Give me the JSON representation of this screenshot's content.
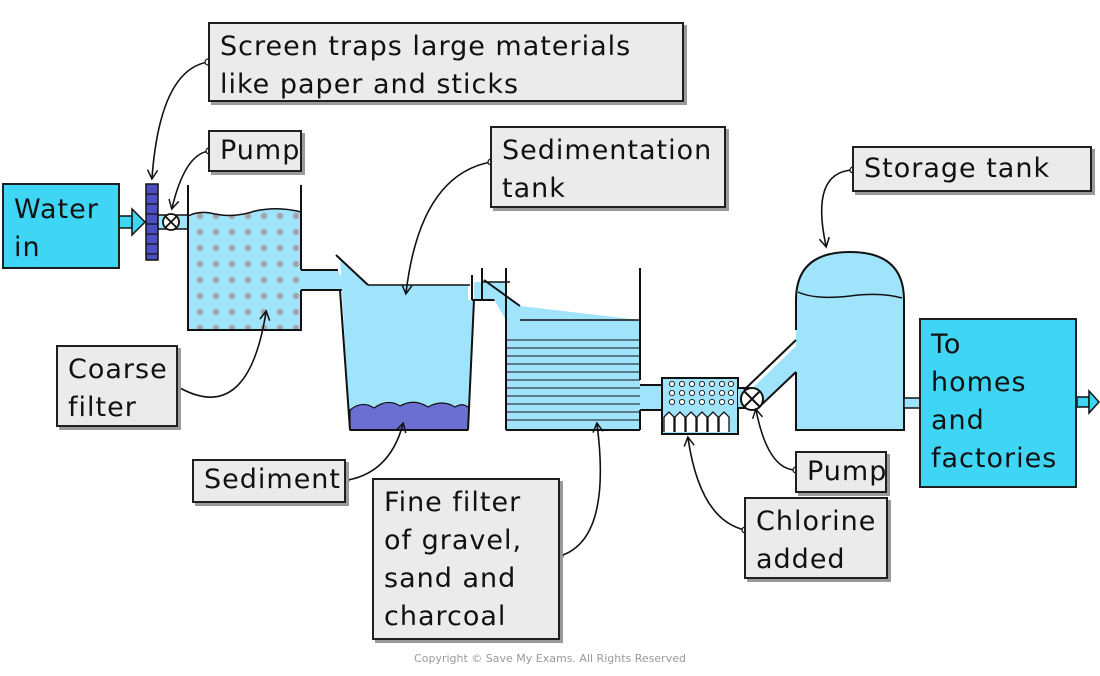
{
  "labels": {
    "screen": [
      "Screen traps large materials",
      "like paper and sticks"
    ],
    "pump_top": "Pump",
    "sedimentation": [
      "Sedimentation",
      "tank"
    ],
    "storage": "Storage  tank",
    "coarse": [
      "Coarse",
      "filter"
    ],
    "sediment": "Sediment",
    "fine": [
      "Fine  filter",
      "of  gravel,",
      "sand  and",
      "charcoal"
    ],
    "pump_bottom": "Pump",
    "chlorine": [
      "Chlorine",
      "added"
    ]
  },
  "water_in": [
    "Water",
    "in"
  ],
  "to_homes": [
    "To",
    "homes",
    "and",
    "factories"
  ],
  "copyright": "Copyright © Save My Exams. All Rights Reserved",
  "colors": {
    "water": "#9fe4fb",
    "inlet_outlet": "#3fd6f5",
    "sediment": "#6b6fd1",
    "label_bg": "#ebebeb"
  }
}
